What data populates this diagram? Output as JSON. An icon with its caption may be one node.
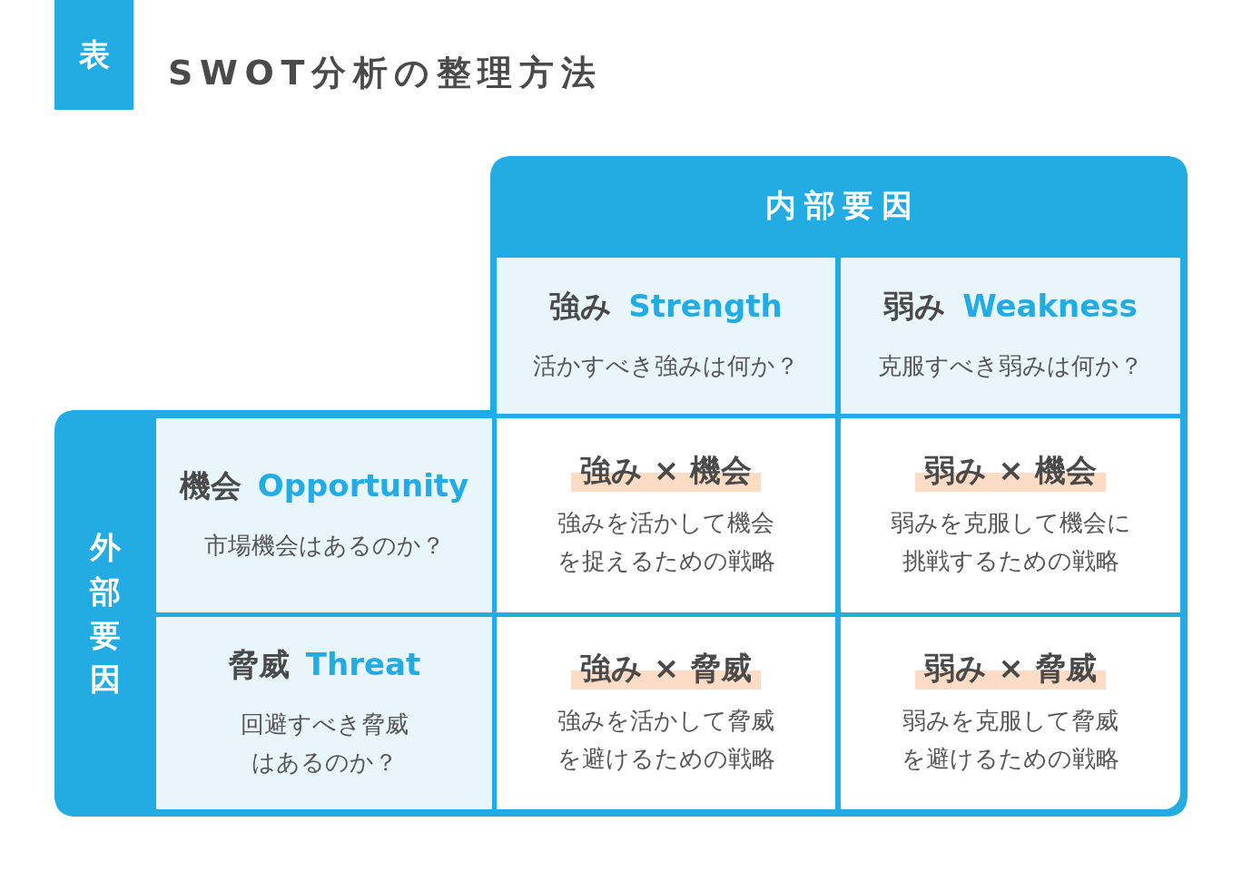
{
  "diagram": {
    "title": "SWOT分析の整理方法",
    "nodes": [
      {
        "text": [
          "表"
        ]
      },
      {
        "text": [
          "内部要因"
        ]
      },
      {
        "text": [
          "外部要因"
        ]
      },
      {
        "text": [
          "強み",
          "Strength",
          "活かすべき強みは何か？"
        ]
      },
      {
        "text": [
          "弱み",
          "Weakness",
          "克服すべき弱みは何か？"
        ]
      },
      {
        "text": [
          "機会",
          "Opportunity",
          "市場機会はあるのか？"
        ]
      },
      {
        "text": [
          "強み × 機会",
          "強みを活かして機会を捉えるための戦略"
        ]
      },
      {
        "text": [
          "弱み × 機会",
          "弱みを克服して機会に挑戦するための戦略"
        ]
      },
      {
        "text": [
          "脅威",
          "Threat",
          "回避すべき脅威はあるのか？"
        ]
      },
      {
        "text": [
          "強み × 脅威",
          "強みを活かして脅威を避けるための戦略"
        ]
      },
      {
        "text": [
          "弱み × 脅威",
          "弱みを克服して脅威を避けるための戦略"
        ]
      }
    ],
    "edges": []
  }
}
